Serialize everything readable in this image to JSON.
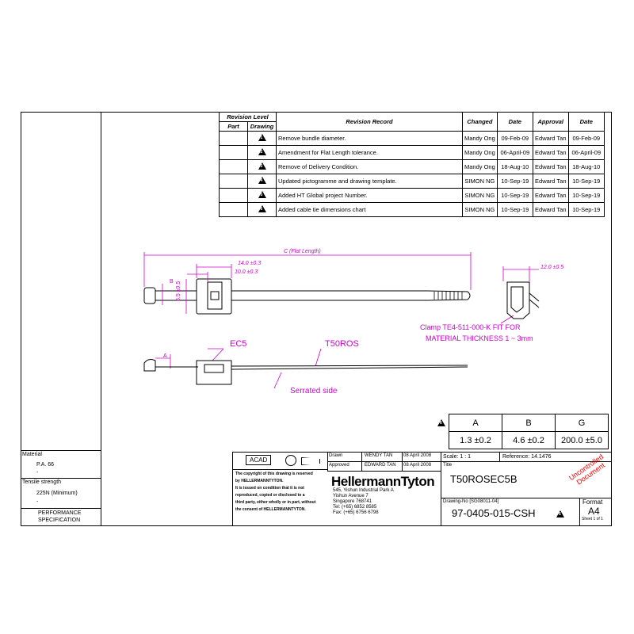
{
  "revision_table": {
    "headers": {
      "revision_level": "Revision Level",
      "part": "Part",
      "drawing": "Drawing",
      "revision_record": "Revision Record",
      "changed": "Changed",
      "date": "Date",
      "approval": "Approval",
      "date2": "Date"
    },
    "rows": [
      {
        "rev": "1",
        "record": "Remove bundle diameter.",
        "changed": "Mandy Ong",
        "date": "09-Feb-09",
        "approval": "Edward Tan",
        "date2": "09-Feb-09"
      },
      {
        "rev": "2",
        "record": "Amendment for Flat Length tolerance.",
        "changed": "Mandy Ong",
        "date": "06-April-09",
        "approval": "Edward Tan",
        "date2": "06-April-09"
      },
      {
        "rev": "3",
        "record": "Remove of Delivery Condition.",
        "changed": "Mandy Ong",
        "date": "18-Aug-10",
        "approval": "Edward Tan",
        "date2": "18-Aug-10"
      },
      {
        "rev": "4",
        "record": "Updated pictogramme and drawing template.",
        "changed": "SIMON NG",
        "date": "10-Sep-19",
        "approval": "Edward Tan",
        "date2": "10-Sep-19"
      },
      {
        "rev": "5",
        "record": "Added HT Global project Number.",
        "changed": "SIMON NG",
        "date": "10-Sep-19",
        "approval": "Edward Tan",
        "date2": "10-Sep-19"
      },
      {
        "rev": "6",
        "record": "Added cable tie dimensions chart",
        "changed": "SIMON NG",
        "date": "10-Sep-19",
        "approval": "Edward Tan",
        "date2": "10-Sep-19"
      }
    ]
  },
  "drawing": {
    "flat_length": "C (Flat Length)",
    "dim_14": "14.0 ±0.3",
    "dim_10": "10.0 ±0.3",
    "dim_b": "B",
    "dim_65": "6.5 ±0.5",
    "dim_12": "12.0 ±0.5",
    "clamp_note_1": "Clamp TE4-511-000-K FIT FOR",
    "clamp_note_2": "MATERIAL THICKNESS 1 ~ 3mm",
    "label_ec5": "EC5",
    "label_t50ros": "T50ROS",
    "dim_a": "A",
    "serrated": "Serrated side"
  },
  "dimensions": {
    "headers": [
      "A",
      "B",
      "G"
    ],
    "values": [
      "1.3 ±0.2",
      "4.6 ±0.2",
      "200.0 ±5.0"
    ]
  },
  "left_panel": {
    "material_label": "Material",
    "material_value": "P.A. 66",
    "dash1": "-",
    "tensile_label": "Tensile strength",
    "tensile_value": "225N (Minimum)",
    "dash2": "-",
    "performance": "PERFORMANCE",
    "specification": "SPECIFICATION"
  },
  "title_block": {
    "acad": "ACAD",
    "drawn_label": "Drawn",
    "drawn_name": "WENDY TAN",
    "drawn_date": "08 April 2008",
    "approved_label": "Approved",
    "approved_name": "EDWARD TAN",
    "approved_date": "08 April 2008",
    "scale": "Scale: 1 : 1",
    "reference": "Reference: 14.1476",
    "title_label": "Title",
    "title": "T50ROSEC5B",
    "copyright_lines": [
      "The copyright of this drawing is reserved",
      "by HELLERMANNTYTON.",
      "It is issued on condition that it is not",
      "reproduced, copied or disclosed to a",
      "third party, either wholly or in part, without",
      "the consent of HELLERMANNTYTON."
    ],
    "logo": "HellermannTyton",
    "address_lines": [
      "545, Yishun Industrial Park A",
      "Yishun Avenue 7",
      "Singapore 768741",
      "Tel: (+65) 6852 8585",
      "Fax: (+65) 6756 6798"
    ],
    "drawing_no_label": "Drawing-No [SG08011-04]",
    "drawing_no": "97-0405-015-CSH",
    "format_label": "Format",
    "format": "A4",
    "sheet": "Sheet 1 of 1",
    "uncontrolled_1": "Uncontrolled",
    "uncontrolled_2": "Document"
  },
  "colors": {
    "dimension": "#d000d0",
    "uncontrolled": "#ff0000"
  }
}
